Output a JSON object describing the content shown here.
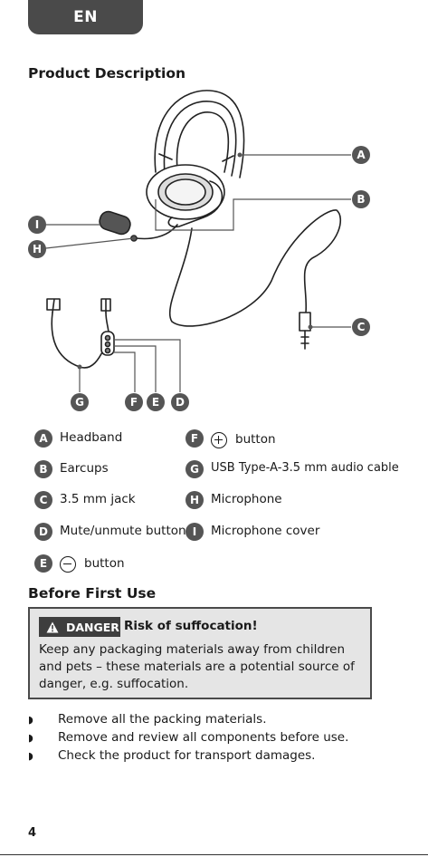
{
  "language_tab": "EN",
  "section_product_description": "Product Description",
  "callouts": {
    "A": "A",
    "B": "B",
    "C": "C",
    "D": "D",
    "E": "E",
    "F": "F",
    "G": "G",
    "H": "H",
    "I": "I"
  },
  "legend": {
    "A": "Headband",
    "B": "Earcups",
    "C": "3.5 mm jack",
    "D": "Mute/unmute button",
    "E": "button",
    "F": "button",
    "G": "USB Type-A-3.5 mm audio cable",
    "H": "Microphone",
    "I": "Microphone cover"
  },
  "section_before_first_use": "Before First Use",
  "danger": {
    "tag": "DANGER",
    "title": "Risk of suffocation!",
    "text": "Keep any packaging materials away from children and pets – these materials are a potential source of danger, e.g. suffocation."
  },
  "steps": [
    "Remove all the packing materials.",
    "Remove and review all components before use.",
    "Check the product for transport damages."
  ],
  "page_number": "4",
  "icons": {
    "danger": "warning-triangle-icon",
    "plus": "plus-circle-icon",
    "minus": "minus-circle-icon",
    "bullet": "bullet-icon"
  }
}
